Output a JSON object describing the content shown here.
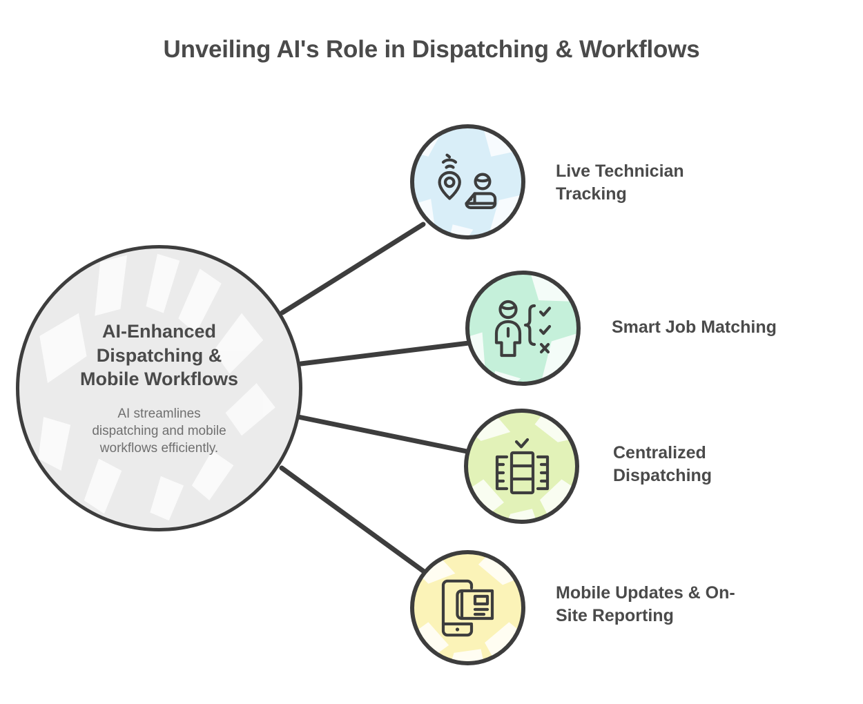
{
  "page": {
    "title": "Unveiling AI's Role in Dispatching & Workflows",
    "background_color": "#ffffff",
    "ink_color": "#3d3d3d",
    "text_color": "#4a4a4a"
  },
  "hub": {
    "title_line1": "AI-Enhanced",
    "title_line2": "Dispatching &",
    "title_line3": "Mobile Workflows",
    "subtitle_line1": "AI streamlines",
    "subtitle_line2": "dispatching and mobile",
    "subtitle_line3": "workflows efficiently.",
    "fill_color": "#ebebeb"
  },
  "nodes": [
    {
      "id": "live-technician-tracking",
      "label_line1": "Live Technician",
      "label_line2": "Tracking",
      "icon": "location-pin-wifi-technician-icon",
      "fill_color": "#d9eef8"
    },
    {
      "id": "smart-job-matching",
      "label_line1": "Smart Job Matching",
      "label_line2": "",
      "icon": "person-checklist-icon",
      "fill_color": "#c5f0da"
    },
    {
      "id": "centralized-dispatching",
      "label_line1": "Centralized",
      "label_line2": "Dispatching",
      "icon": "server-rack-check-icon",
      "fill_color": "#e2f2b8"
    },
    {
      "id": "mobile-updates-on-site-reporting",
      "label_line1": "Mobile Updates & On-",
      "label_line2": "Site Reporting",
      "icon": "mobile-phone-document-icon",
      "fill_color": "#fbf3b8"
    }
  ]
}
